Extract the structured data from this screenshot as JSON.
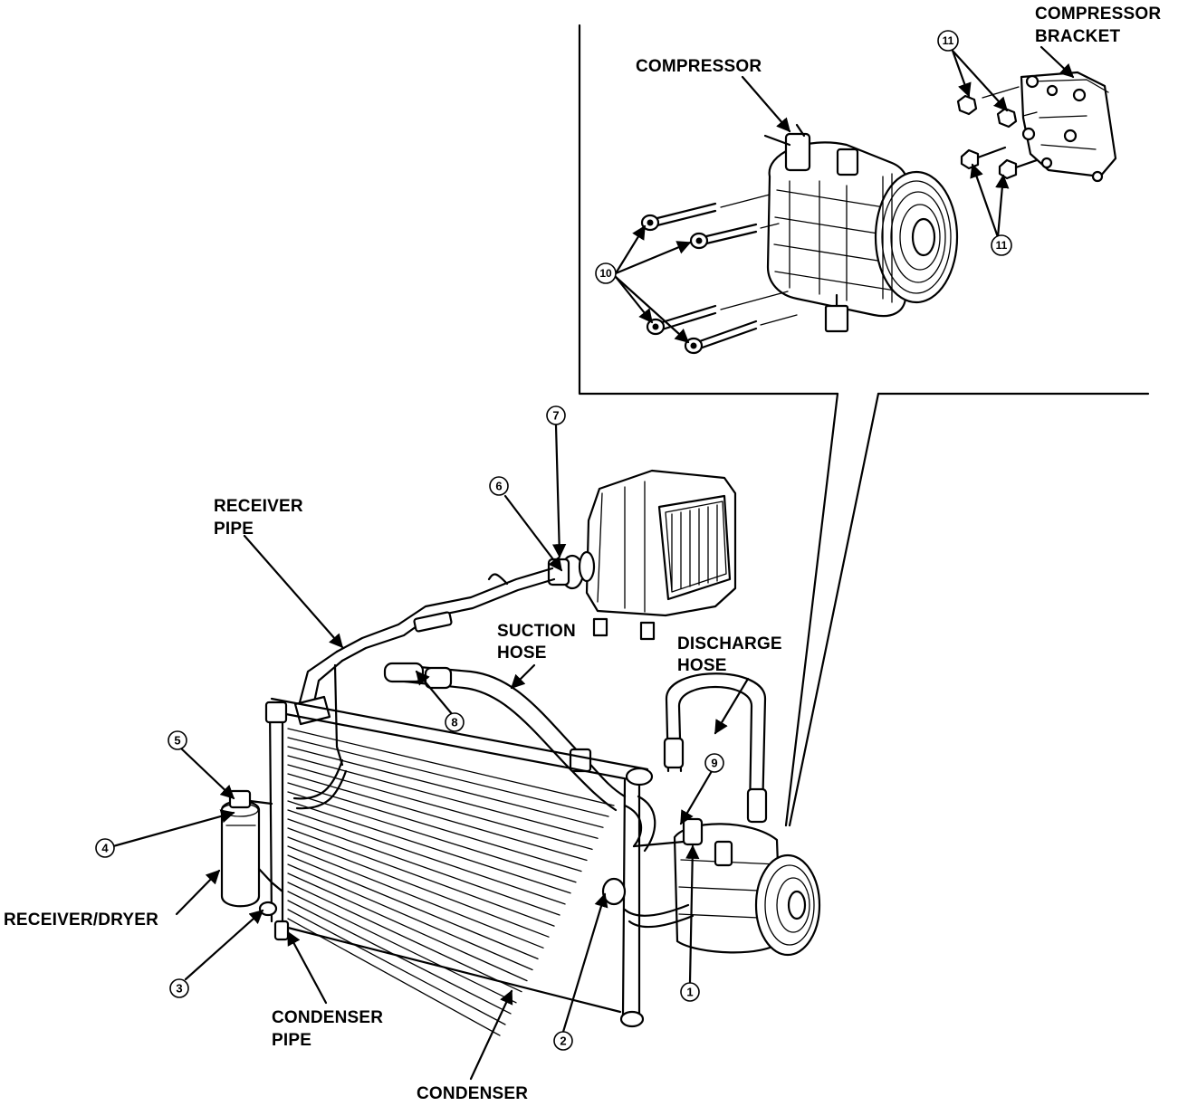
{
  "labels": {
    "compressor_bracket_line1": "COMPRESSOR",
    "compressor_bracket_line2": "BRACKET",
    "compressor": "COMPRESSOR",
    "receiver_pipe_line1": "RECEIVER",
    "receiver_pipe_line2": "PIPE",
    "suction_hose_line1": "SUCTION",
    "suction_hose_line2": "HOSE",
    "discharge_hose_line1": "DISCHARGE",
    "discharge_hose_line2": "HOSE",
    "receiver_dryer": "RECEIVER/DRYER",
    "condenser_pipe_line1": "CONDENSER",
    "condenser_pipe_line2": "PIPE",
    "condenser": "CONDENSER"
  },
  "callouts": {
    "c1": "1",
    "c2": "2",
    "c3": "3",
    "c4": "4",
    "c5": "5",
    "c6": "6",
    "c7": "7",
    "c8": "8",
    "c9": "9",
    "c10": "10",
    "c11a": "11",
    "c11b": "11"
  }
}
